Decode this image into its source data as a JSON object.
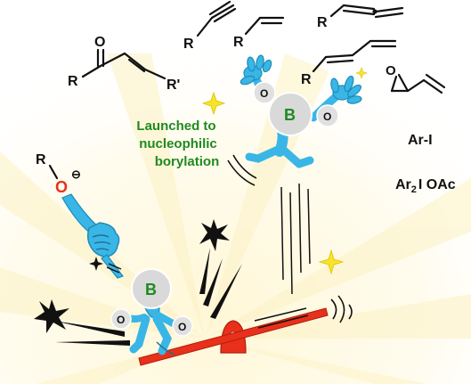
{
  "caption": {
    "line1": "Launched to",
    "line2": "nucleophilic",
    "line3": "borylation"
  },
  "substrates": {
    "enone_R": "R",
    "enone_O": "O",
    "enone_Rp": "R'",
    "alkyne_R": "R",
    "alkene_R": "R",
    "allene_R": "R",
    "diene_R": "R",
    "epoxide_O": "O",
    "aryl_iodide": "Ar-I",
    "iodonium_base": "Ar",
    "iodonium_sub": "2",
    "iodonium_rest": "I OAc"
  },
  "alkoxide": {
    "R": "R",
    "O": "O",
    "charge": "⊖"
  },
  "boron_flying": {
    "B": "B",
    "O_left": "O",
    "O_right": "O"
  },
  "boron_seesaw": {
    "B": "B",
    "O_left": "O",
    "O_right": "O"
  },
  "colors": {
    "green_text": "#1f8a1f",
    "figure_blue": "#39b6e6",
    "seesaw_red": "#e8301a",
    "sparkle_yellow": "#f7e32a",
    "burst_black": "#111111",
    "boron_circle": "#d9d9d9"
  }
}
